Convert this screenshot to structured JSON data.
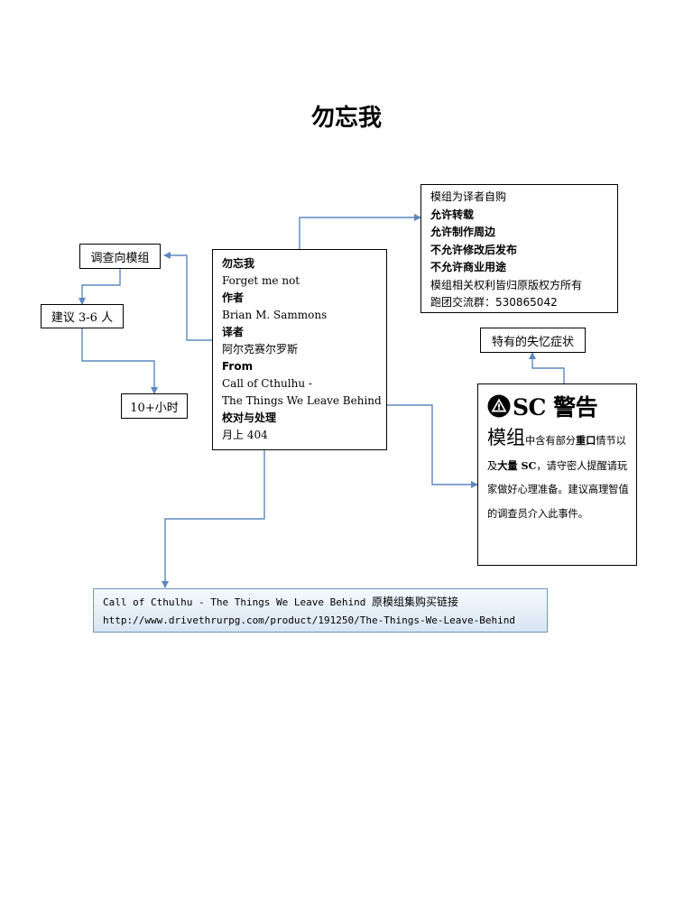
{
  "title": "勿忘我",
  "left_boxes": {
    "investigation": "调查向模组",
    "players": "建议 3-6 人",
    "duration": "10+小时"
  },
  "info": {
    "name_label": "勿忘我",
    "name_en": "Forget me not",
    "author_label": "作者",
    "author": "Brian M. Sammons",
    "translator_label": "译者",
    "translator": "阿尔克赛尔罗斯",
    "from_label": "From",
    "source_line1": "Call of Cthulhu -",
    "source_line2": "The Things We Leave Behind",
    "proof_label": "校对与处理",
    "proof": "月上 404"
  },
  "rights": {
    "line1": "模组为译者自购",
    "line2": "允许转载",
    "line3": "允许制作周边",
    "line4": "不允许修改后发布",
    "line5": "不允许商业用途",
    "line6": "模组相关权利皆归原版权方所有",
    "line7": "跑团交流群：530865042"
  },
  "symptoms_label": "特有的失忆症状",
  "warning": {
    "title": "SC 警告",
    "body_big": "模组",
    "body_1": "中含有部分",
    "body_bold1": "重口",
    "body_2": "情节以及",
    "body_bold2": "大量 SC",
    "body_3": "，请守密人提醒请玩家做好心理准备。建议高理智值的调查员介入此事件。"
  },
  "link": {
    "line1_en": "Call of Cthulhu - The Things We Leave Behind ",
    "line1_zh": "原模组集购买链接",
    "url": "http://www.drivethrurpg.com/product/191250/The-Things-We-Leave-Behind"
  },
  "colors": {
    "arrow": "#5b88bf",
    "link_border": "#6f96c6"
  }
}
